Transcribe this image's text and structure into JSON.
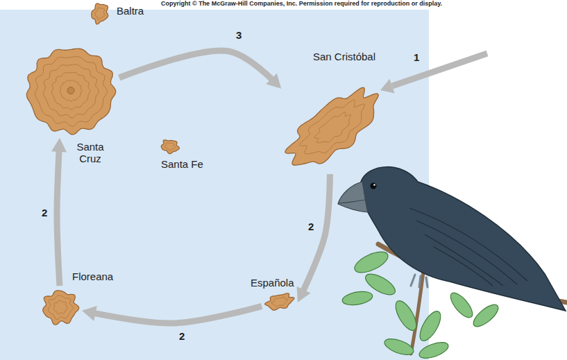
{
  "diagram": {
    "nodes": [
      {
        "text": [
          "Baltra"
        ]
      },
      {
        "text": [
          "Santa Cruz"
        ]
      },
      {
        "text": [
          "Santa Fe"
        ]
      },
      {
        "text": [
          "San Cristóbal"
        ]
      },
      {
        "text": [
          "Floreana"
        ]
      },
      {
        "text": [
          "Española"
        ]
      }
    ],
    "edges": [
      {
        "from": 1,
        "to": 3,
        "label": "3",
        "arrow": "to"
      },
      {
        "from": 3,
        "to": 5,
        "label": "2",
        "arrow": "to"
      },
      {
        "from": 5,
        "to": 4,
        "label": "2",
        "arrow": "to"
      },
      {
        "from": 4,
        "to": 1,
        "label": "2",
        "arrow": "to"
      }
    ],
    "labels": [
      "Copyright © The McGraw-Hill Companies, Inc. Permission required for reproduction or display.",
      "1"
    ]
  }
}
